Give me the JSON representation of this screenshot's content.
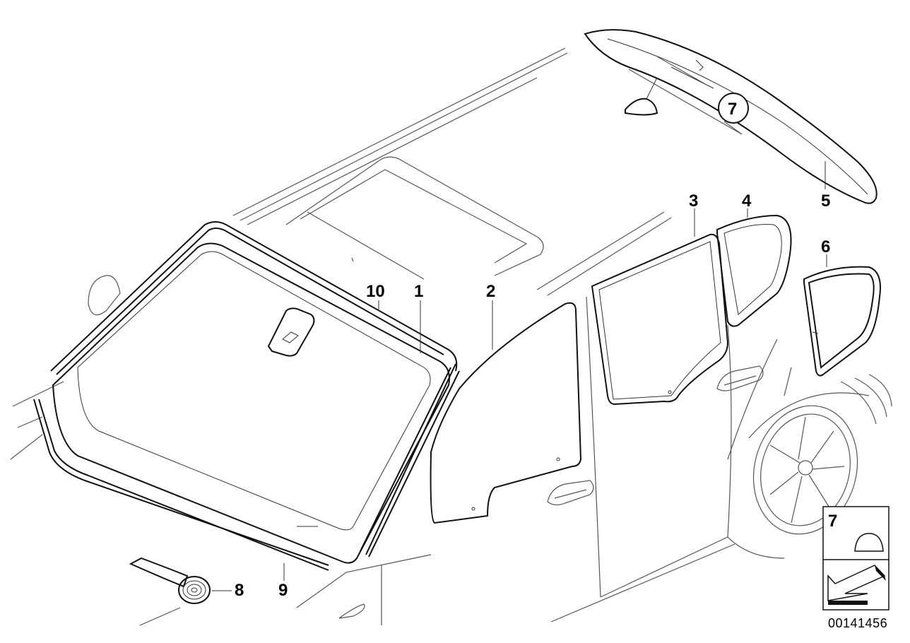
{
  "callouts": [
    "1",
    "2",
    "3",
    "4",
    "5",
    "6",
    "7",
    "8",
    "9",
    "10"
  ],
  "encircled_callout": "7",
  "legend": {
    "number": "7"
  },
  "drawing_code": "00141456"
}
